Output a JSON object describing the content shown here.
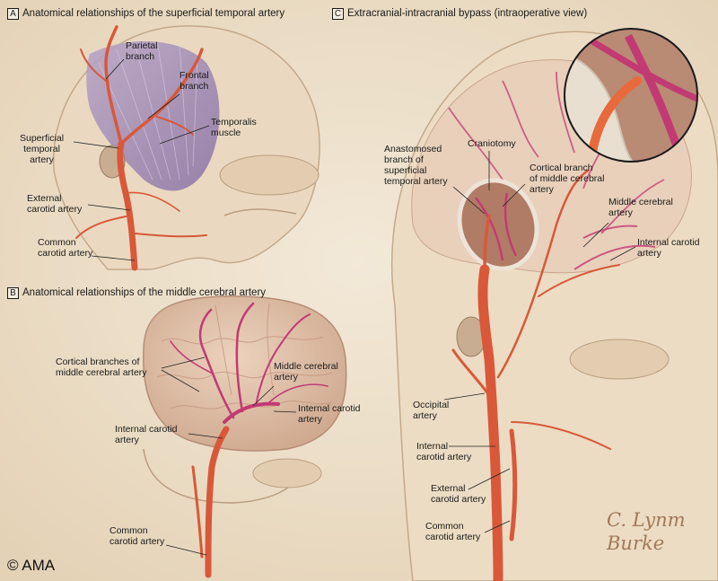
{
  "panels": {
    "a": {
      "letter": "A",
      "title": "Anatomical relationships of the superficial temporal artery"
    },
    "b": {
      "letter": "B",
      "title": "Anatomical relationships of the middle cerebral artery"
    },
    "c": {
      "letter": "C",
      "title": "Extracranial-intracranial bypass (intraoperative view)"
    }
  },
  "labels": {
    "a_parietal": "Parietal\nbranch",
    "a_frontal": "Frontal\nbranch",
    "a_temporalis": "Temporalis\nmuscle",
    "a_sta": "Superficial\ntemporal\nartery",
    "a_eca": "External\ncarotid artery",
    "a_cca": "Common\ncarotid artery",
    "b_cortical": "Cortical branches of\nmiddle cerebral artery",
    "b_mca": "Middle cerebral\nartery",
    "b_ica_right": "Internal carotid\nartery",
    "b_ica_left": "Internal carotid\nartery",
    "b_cca": "Common\ncarotid artery",
    "c_anastomosed": "Anastomosed\nbranch of\nsuperficial\ntemporal artery",
    "c_craniotomy": "Craniotomy",
    "c_cortical": "Cortical branch\nof middle cerebral\nartery",
    "c_mca": "Middle cerebral\nartery",
    "c_ica_right": "Internal carotid\nartery",
    "c_occipital": "Occipital\nartery",
    "c_ica": "Internal\ncarotid artery",
    "c_eca": "External\ncarotid artery",
    "c_cca": "Common\ncarotid artery"
  },
  "copyright": "© AMA",
  "signature": "C. Lynm\nBurke",
  "colors": {
    "background": "#efe3cf",
    "artery": "#d9583a",
    "cortical_vessel": "#c23a73",
    "muscle": "#a28ab0"
  }
}
